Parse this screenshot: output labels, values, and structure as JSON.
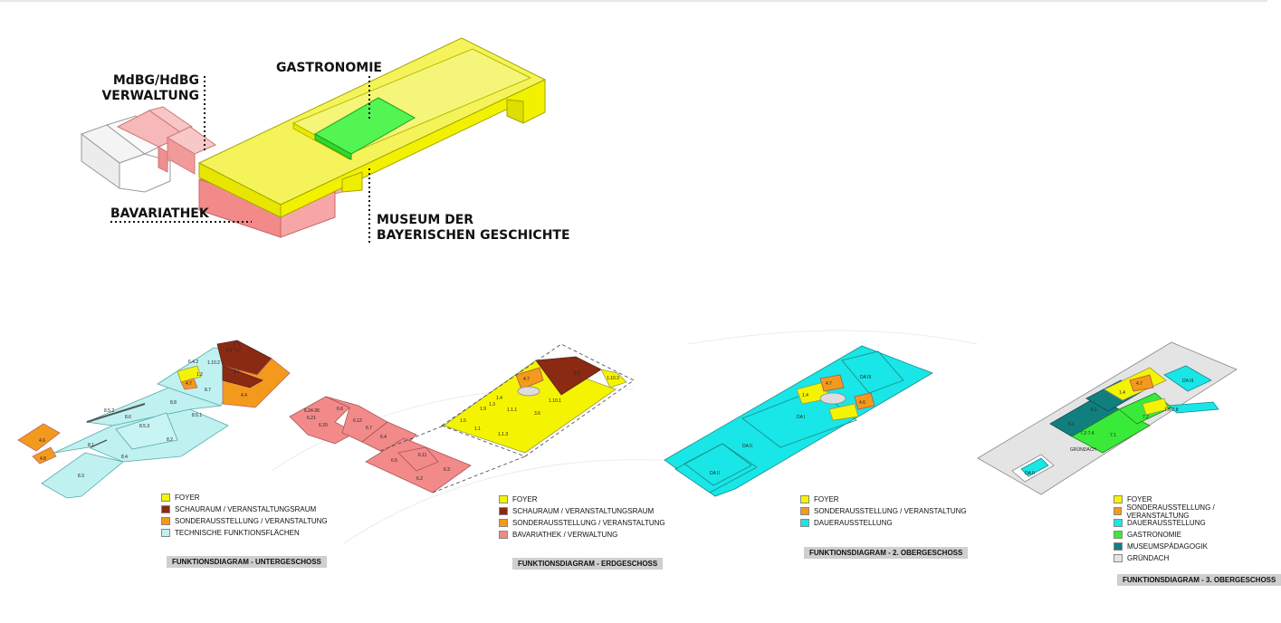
{
  "hero": {
    "gastronomie": "GASTRONOMIE",
    "verwaltung_line1": "MdBG/HdBG",
    "verwaltung_line2": "VERWALTUNG",
    "bavariathek": "BAVARIATHEK",
    "museum_line1": "MUSEUM DER",
    "museum_line2": "BAYERISCHEN GESCHICHTE"
  },
  "colors": {
    "foyer": "#f4f400",
    "schauraum": "#8b2a12",
    "sonder": "#f39a1c",
    "technik": "#bff1f1",
    "bavariathek": "#f28a8a",
    "dauer": "#19e6e6",
    "gastro": "#39ea39",
    "paedagogik": "#127f7f",
    "gruendach": "#e4e4e4"
  },
  "diagrams": [
    {
      "caption": "FUNKTIONSDIAGRAM - UNTERGESCHOSS",
      "legend": [
        {
          "label": "FOYER",
          "color": "#f4f400"
        },
        {
          "label": "SCHAURAUM / VERANSTALTUNGSRAUM",
          "color": "#8b2a12"
        },
        {
          "label": "SONDERAUSSTELLUNG / VERANSTALTUNG",
          "color": "#f39a1c"
        },
        {
          "label": "TECHNISCHE FUNKTIONSFLÄCHEN",
          "color": "#bff1f1"
        }
      ]
    },
    {
      "caption": "FUNKTIONSDIAGRAM - ERDGESCHOSS",
      "legend": [
        {
          "label": "FOYER",
          "color": "#f4f400"
        },
        {
          "label": "SCHAURAUM / VERANSTALTUNGSRAUM",
          "color": "#8b2a12"
        },
        {
          "label": "SONDERAUSSTELLUNG / VERANSTALTUNG",
          "color": "#f39a1c"
        },
        {
          "label": "BAVARIATHEK / VERWALTUNG",
          "color": "#f28a8a"
        }
      ]
    },
    {
      "caption": "FUNKTIONSDIAGRAM - 2. OBERGESCHOSS",
      "legend": [
        {
          "label": "FOYER",
          "color": "#f4f400"
        },
        {
          "label": "SONDERAUSSTELLUNG / VERANSTALTUNG",
          "color": "#f39a1c"
        },
        {
          "label": "DAUERAUSSTELLUNG",
          "color": "#19e6e6"
        }
      ]
    },
    {
      "caption": "FUNKTIONSDIAGRAM - 3. OBERGESCHOSS",
      "legend": [
        {
          "label": "FOYER",
          "color": "#f4f400"
        },
        {
          "label": "SONDERAUSSTELLUNG / VERANSTALTUNG",
          "color": "#f39a1c"
        },
        {
          "label": "DAUERAUSSTELLUNG",
          "color": "#19e6e6"
        },
        {
          "label": "GASTRONOMIE",
          "color": "#39ea39"
        },
        {
          "label": "MUSEUMSPÄDAGOGIK",
          "color": "#127f7f"
        },
        {
          "label": "GRÜNDACH",
          "color": "#e4e4e4"
        }
      ]
    }
  ],
  "room_labels": {
    "ug": [
      "4.6",
      "4.8",
      "8.3",
      "8.1",
      "8.4",
      "8.2",
      "8.5.3",
      "8.6",
      "8.5.2",
      "8.8",
      "8.5.1",
      "8.7",
      "4.7",
      "1.2",
      "6.4.2",
      "1.10.2",
      "2.2",
      "2.1",
      "4.4"
    ],
    "eg": [
      "6.24-26",
      "6.21",
      "6.20",
      "6.6",
      "6.12",
      "6.7",
      "6.4",
      "6.5",
      "6.11",
      "6.3",
      "6.2",
      "1.5",
      "1.1",
      "1.1.3",
      "1.9",
      "1.3",
      "1.4",
      "1.1.1",
      "1.10.1",
      "3.6",
      "4.7",
      "2.1",
      "1.10.3"
    ],
    "og2": [
      "DA II",
      "DA II",
      "DA I",
      "1.4",
      "4.7",
      "4.6",
      "DA III"
    ],
    "og3": [
      "DA II",
      "GRÜNDACH",
      "5.1",
      "5.1",
      "7.2-7.4",
      "7.1",
      "1.4",
      "4.7",
      "7.2",
      "7.5-7.8",
      "DA III"
    ]
  }
}
